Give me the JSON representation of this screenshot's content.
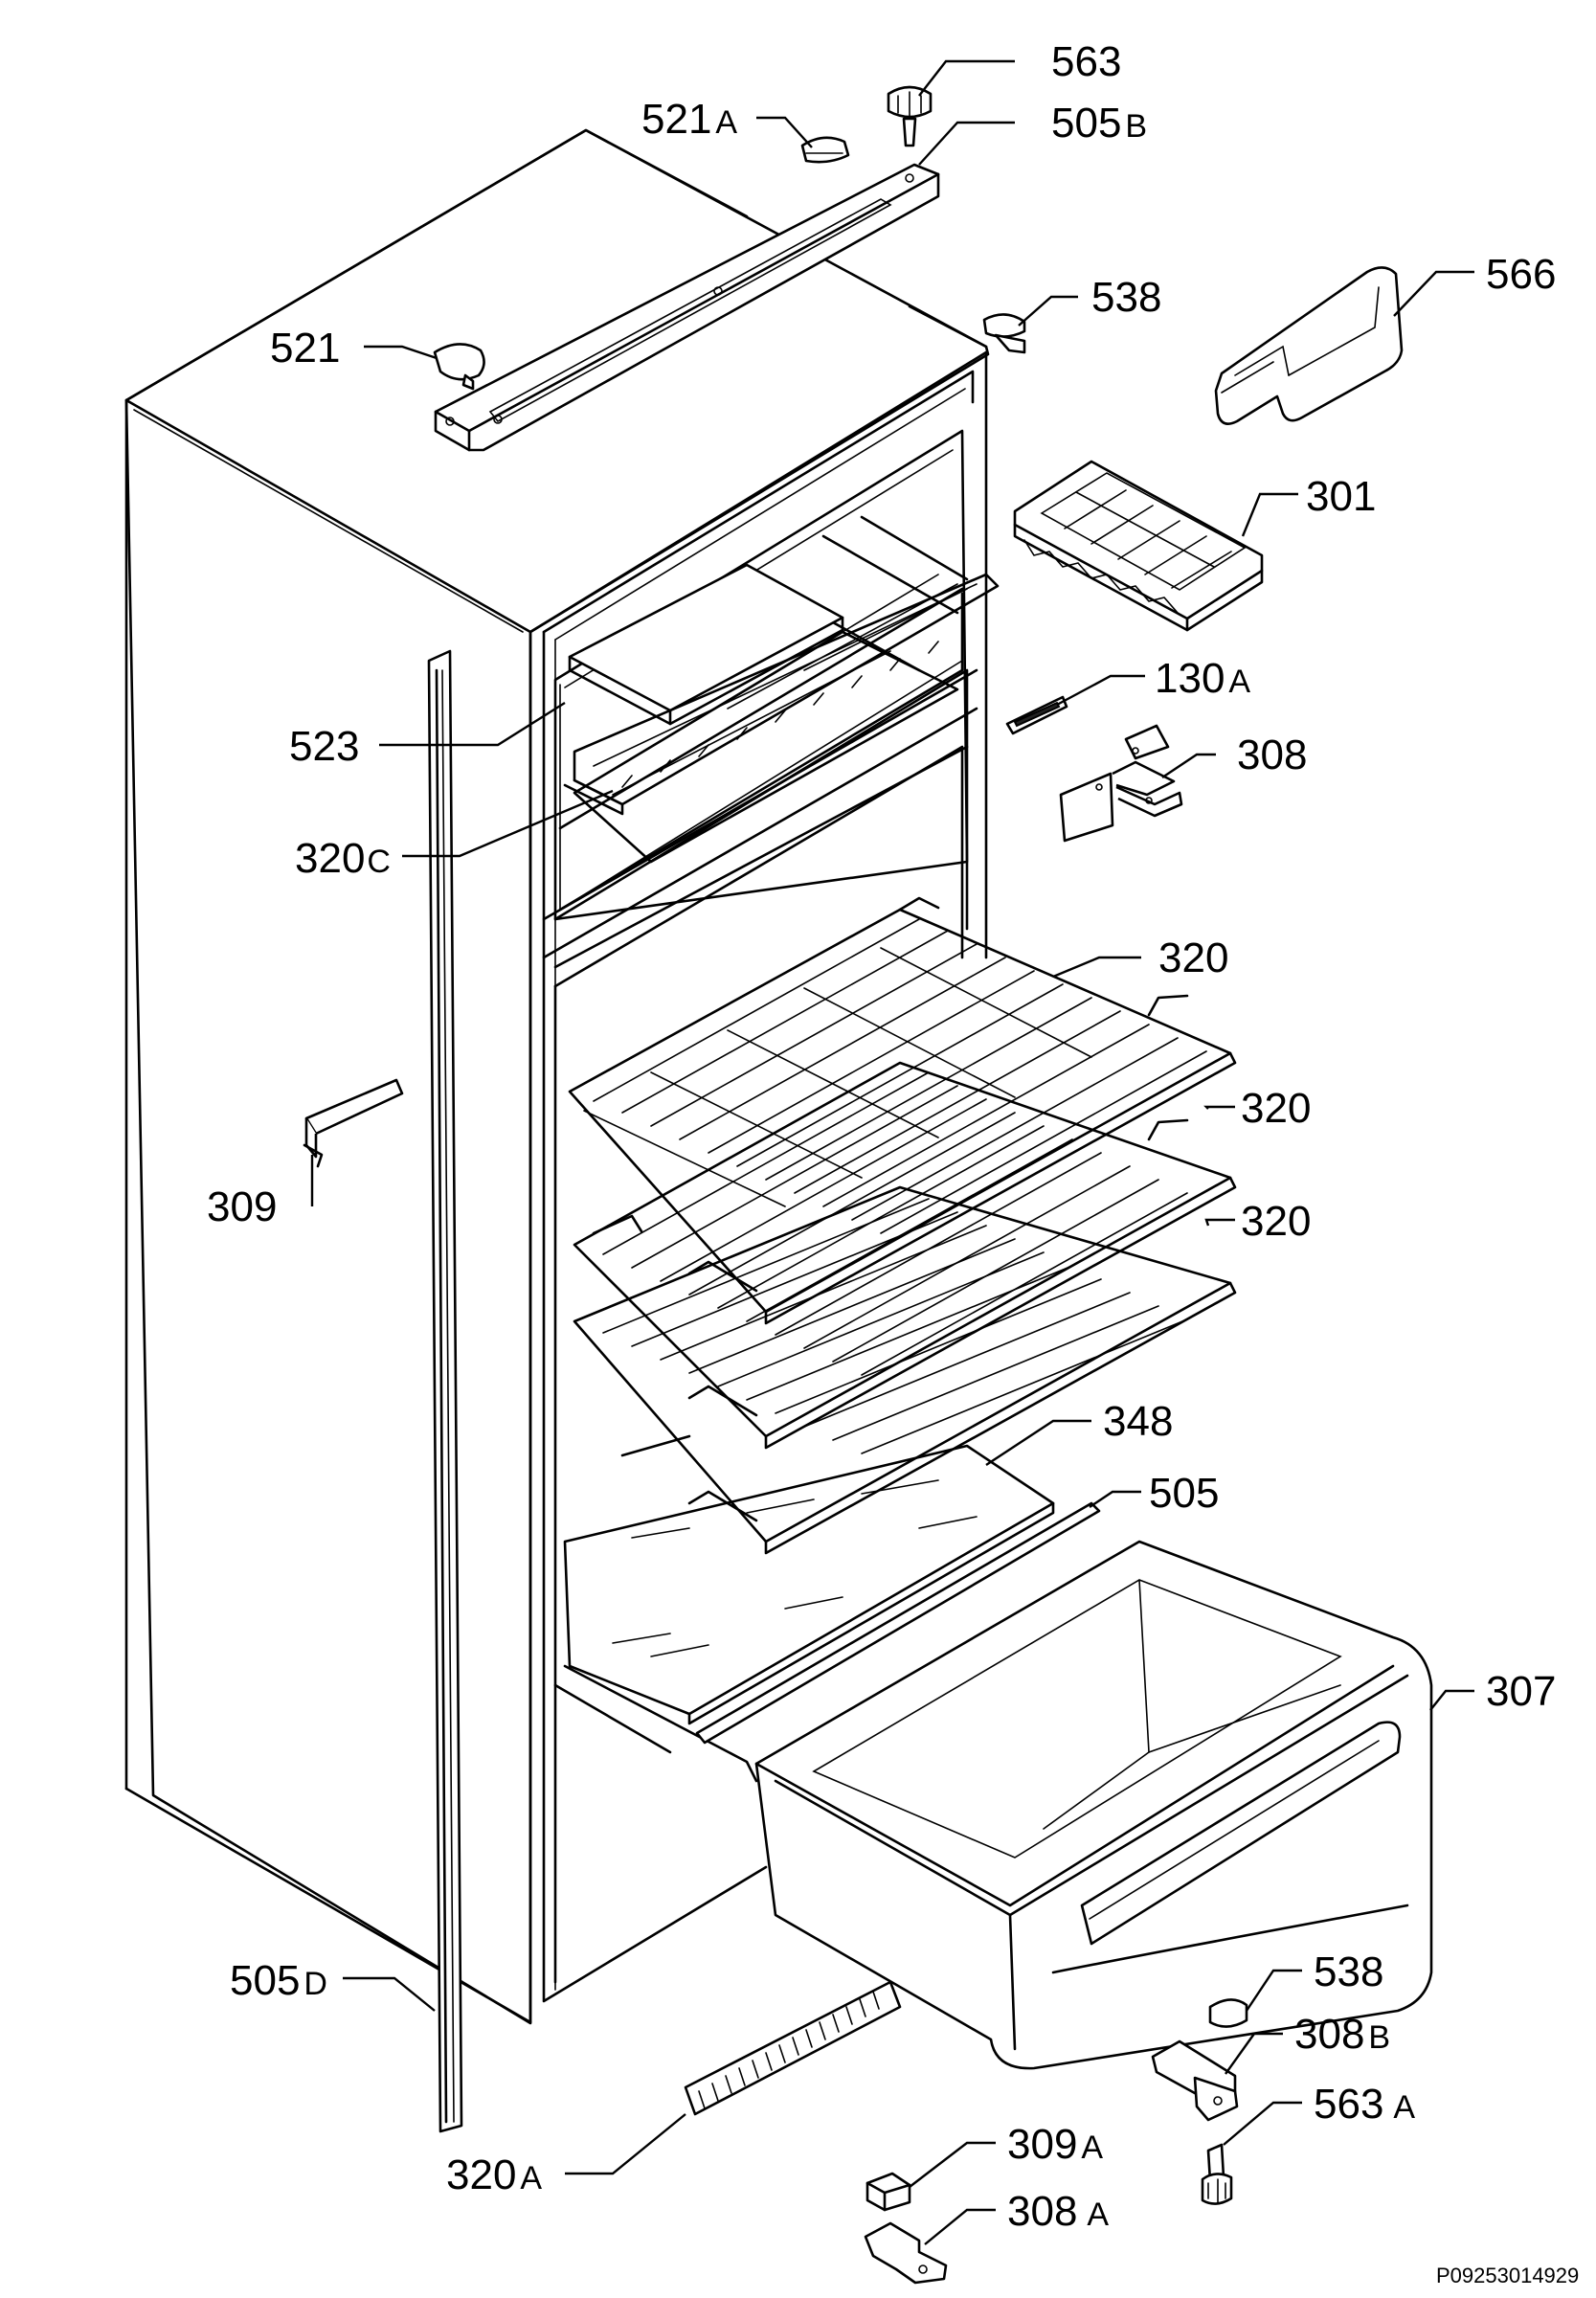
{
  "labels": {
    "l563": "563",
    "l521a": "521",
    "l521a_sfx": "A",
    "l505b": "505",
    "l505b_sfx": "B",
    "l538_top": "538",
    "l566": "566",
    "l521": "521",
    "l301": "301",
    "l130a": "130",
    "l130a_sfx": "A",
    "l308": "308",
    "l523": "523",
    "l320c": "320",
    "l320c_sfx": "C",
    "l320_1": "320",
    "l320_2": "320",
    "l320_3": "320",
    "l309": "309",
    "l348": "348",
    "l505": "505",
    "l307": "307",
    "l505d": "505",
    "l505d_sfx": "D",
    "l538_bot": "538",
    "l308b": "308",
    "l308b_sfx": "B",
    "l563a": "563",
    "l563a_sfx": "A",
    "l320a": "320",
    "l320a_sfx": "A",
    "l309a": "309",
    "l309a_sfx": "A",
    "l308a": "308",
    "l308a_sfx": "A"
  },
  "reference": "P09253014929"
}
